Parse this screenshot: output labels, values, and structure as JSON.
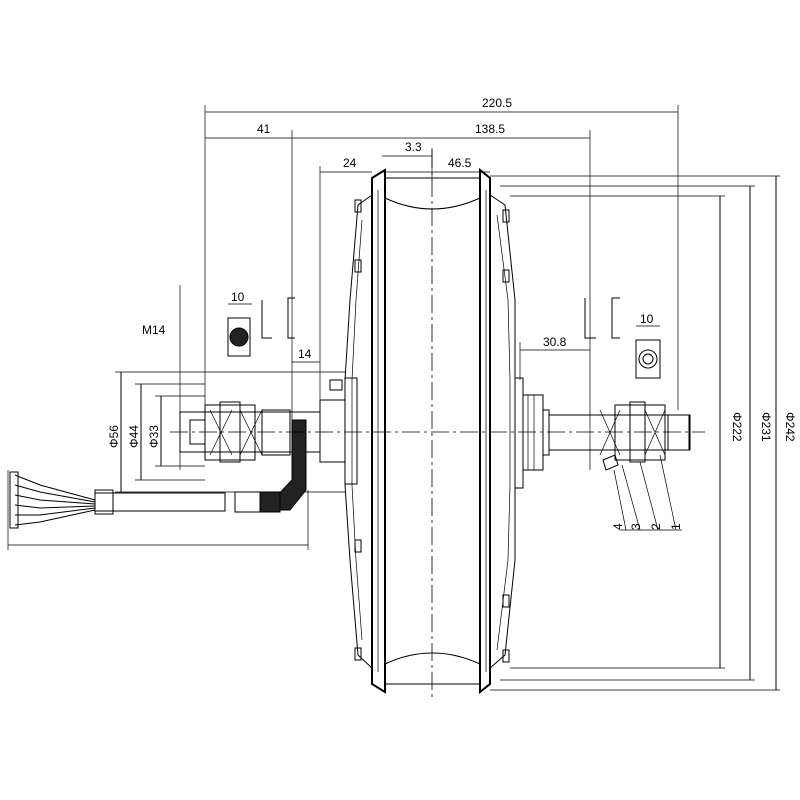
{
  "dimensions": {
    "overall_width": "220.5",
    "left_axle_length": "41",
    "right_span": "138.5",
    "rim_offset": "3.3",
    "flange_left": "24",
    "flange_center": "46.5",
    "nut_left": "10",
    "nut_right": "10",
    "thread": "M14",
    "axle_step": "14",
    "right_shoulder": "30.8",
    "dia_56": "Φ56",
    "dia_44": "Φ44",
    "dia_33": "Φ33",
    "dia_222": "Φ222",
    "dia_231": "Φ231",
    "dia_242": "Φ242"
  },
  "part_labels": [
    "4",
    "3",
    "2",
    "1"
  ]
}
